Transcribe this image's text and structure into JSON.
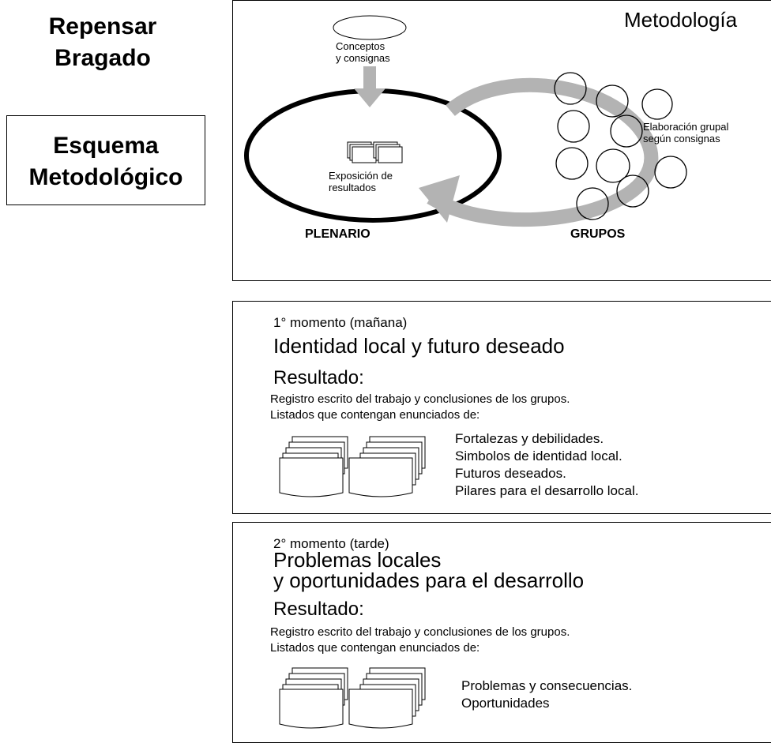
{
  "header": {
    "title_line1": "Repensar",
    "title_line2": "Bragado",
    "subtitle_line1": "Esquema",
    "subtitle_line2": "Metodológico"
  },
  "methodology": {
    "title": "Metodología",
    "concepts_line1": "Conceptos",
    "concepts_line2": "y consignas",
    "exposition_line1": "Exposición de",
    "exposition_line2": "resultados",
    "elaboration_line1": "Elaboración grupal",
    "elaboration_line2": "según consignas",
    "plenario": "PLENARIO",
    "grupos": "GRUPOS"
  },
  "moment1": {
    "label": "1° momento (mañana)",
    "title": "Identidad local y futuro deseado",
    "result_heading": "Resultado:",
    "desc_line1": "Registro escrito del trabajo y conclusiones de los grupos.",
    "desc_line2": "Listados que contengan enunciados de:",
    "items": [
      "Fortalezas y debilidades.",
      "Simbolos de identidad local.",
      "Futuros deseados.",
      "Pilares para el desarrollo local."
    ]
  },
  "moment2": {
    "label": "2° momento (tarde)",
    "title_line1": "Problemas locales",
    "title_line2": "y oportunidades para el desarrollo",
    "result_heading": "Resultado:",
    "desc_line1": "Registro escrito del trabajo y conclusiones de los grupos.",
    "desc_line2": "Listados que contengan enunciados de:",
    "items": [
      "Problemas y consecuencias.",
      "Oportunidades"
    ]
  },
  "colors": {
    "arrow_gray": "#b3b3b3",
    "border": "#000000",
    "background": "#ffffff"
  }
}
